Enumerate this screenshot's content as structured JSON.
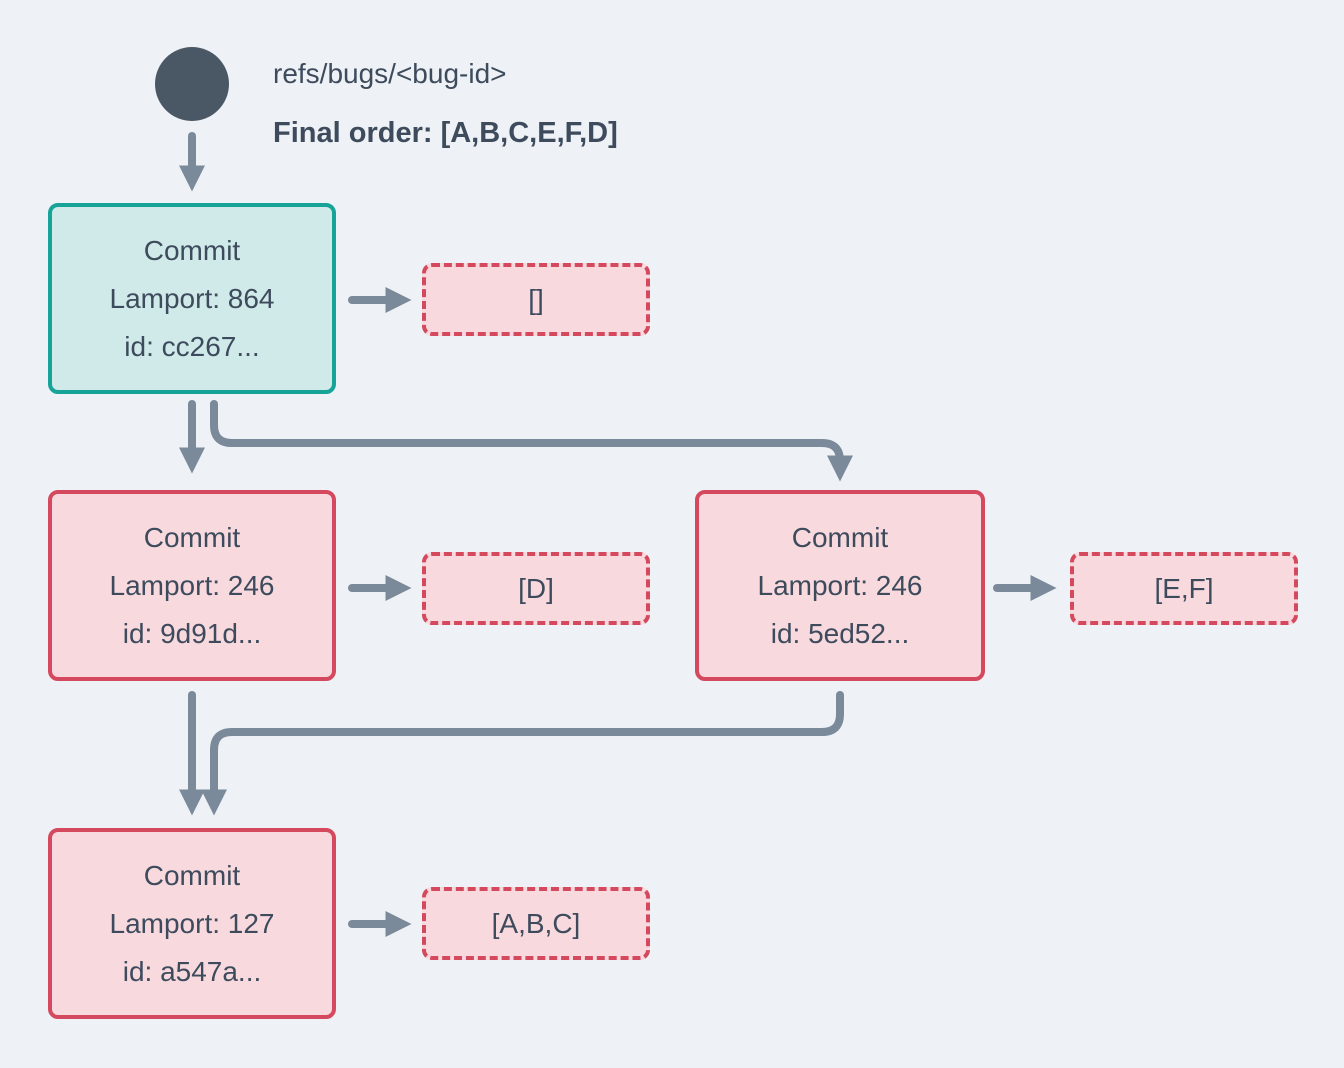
{
  "header": {
    "ref_label": "refs/bugs/<bug-id>",
    "final_order_label": "Final order: [A,B,C,E,F,D]"
  },
  "commits": {
    "root": {
      "title": "Commit",
      "lamport": "Lamport: 864",
      "id_line": "id: cc267...",
      "ops": "[]"
    },
    "left": {
      "title": "Commit",
      "lamport": "Lamport: 246",
      "id_line": "id: 9d91d...",
      "ops": "[D]"
    },
    "right": {
      "title": "Commit",
      "lamport": "Lamport: 246",
      "id_line": "id: 5ed52...",
      "ops": "[E,F]"
    },
    "bottom": {
      "title": "Commit",
      "lamport": "Lamport: 127",
      "id_line": "id: a547a...",
      "ops": "[A,B,C]"
    }
  },
  "edges": [
    {
      "from": "ref-head",
      "to": "commit-root"
    },
    {
      "from": "commit-root",
      "to": "ops-root"
    },
    {
      "from": "commit-root",
      "to": "commit-left"
    },
    {
      "from": "commit-root",
      "to": "commit-right"
    },
    {
      "from": "commit-left",
      "to": "ops-left"
    },
    {
      "from": "commit-right",
      "to": "ops-right"
    },
    {
      "from": "commit-left",
      "to": "commit-bottom"
    },
    {
      "from": "commit-right",
      "to": "commit-bottom"
    },
    {
      "from": "commit-bottom",
      "to": "ops-bottom"
    }
  ],
  "colors": {
    "background": "#eef1f5",
    "text": "#3d4b5c",
    "ref_head_fill": "#4a5866",
    "arrow": "#7b8a9b",
    "teal_border": "#17a398",
    "teal_fill": "#cfeae8",
    "red_border": "#d5495e",
    "pink_fill": "#f8d9de"
  }
}
